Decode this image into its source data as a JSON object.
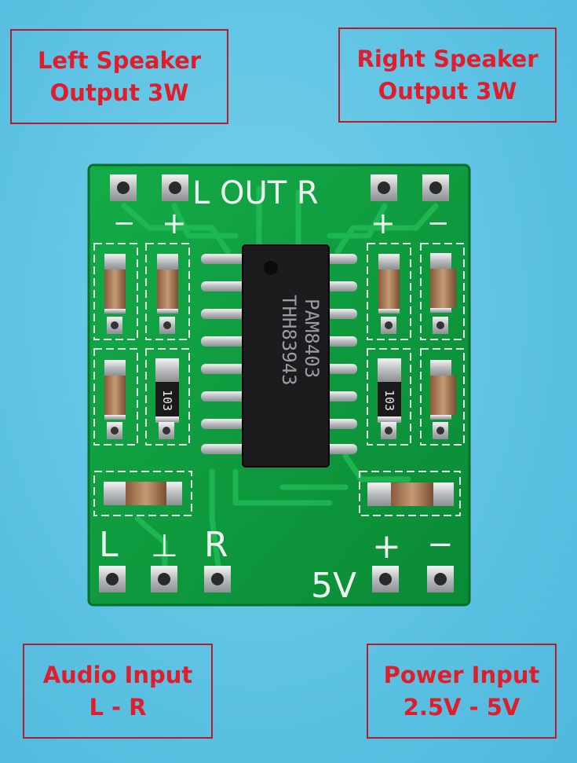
{
  "callouts": {
    "left_speaker": {
      "line1": "Left Speaker",
      "line2": "Output 3W"
    },
    "right_speaker": {
      "line1": "Right Speaker",
      "line2": "Output 3W"
    },
    "audio_input": {
      "line1": "Audio Input",
      "line2": "L - R"
    },
    "power_input": {
      "line1": "Power Input",
      "line2": "2.5V - 5V"
    }
  },
  "silkscreen": {
    "out_label": "L OUT R",
    "out_left_minus": "−",
    "out_left_plus": "+",
    "out_right_plus": "+",
    "out_right_minus": "−",
    "in_left": "L",
    "in_ground": "⊥",
    "in_right": "R",
    "power_voltage": "5V",
    "power_plus": "+",
    "power_minus": "−"
  },
  "chip": {
    "line1": "PAM8403",
    "line2": "THH83943"
  },
  "resistor_code": "103",
  "colors": {
    "background": "#5ec3e4",
    "board": "#0e9f3e",
    "callout_text": "#e11d2b",
    "callout_border": "#b81c2a",
    "chip": "#1c1c1f"
  }
}
